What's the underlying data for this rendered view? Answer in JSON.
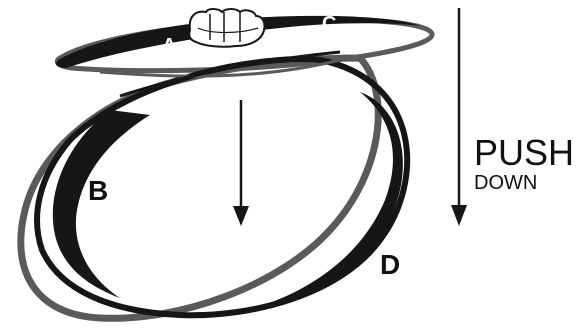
{
  "labels": {
    "a": "A",
    "b": "B",
    "c": "C",
    "d": "D"
  },
  "instruction": {
    "title": "PUSH",
    "subtitle": "DOWN"
  },
  "colors": {
    "black_band": "#161616",
    "gray_band": "#5a5a5a",
    "background": "#ffffff",
    "label_on_dark": "#ffffff",
    "label_on_light": "#111111"
  },
  "icons": {
    "hand": "fist-hand-icon",
    "arrow_center": "down-arrow-icon",
    "arrow_right": "down-arrow-icon"
  }
}
